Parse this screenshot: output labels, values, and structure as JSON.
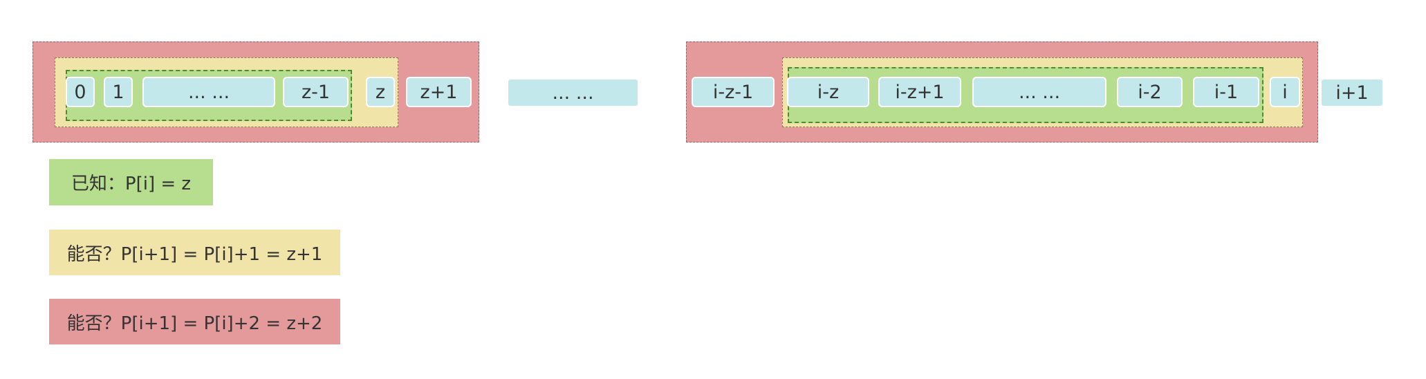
{
  "left_group": {
    "cells": [
      "0",
      "1",
      "... ...",
      "z-1",
      "z",
      "z+1"
    ]
  },
  "middle": {
    "ellipsis": "... ..."
  },
  "right_group": {
    "cells": [
      "i-z-1",
      "i-z",
      "i-z+1",
      "... ...",
      "i-2",
      "i-1",
      "i",
      "i+1"
    ]
  },
  "legend": {
    "known": "已知：P[i] = z",
    "option1": "能否？P[i+1] = P[i]+1 = z+1",
    "option2": "能否？P[i+1] = P[i]+2 = z+2"
  },
  "colors": {
    "red": "#e49a9a",
    "yellow": "#f0e4a8",
    "green": "#b6de8e",
    "cell": "#c3e8ec"
  }
}
